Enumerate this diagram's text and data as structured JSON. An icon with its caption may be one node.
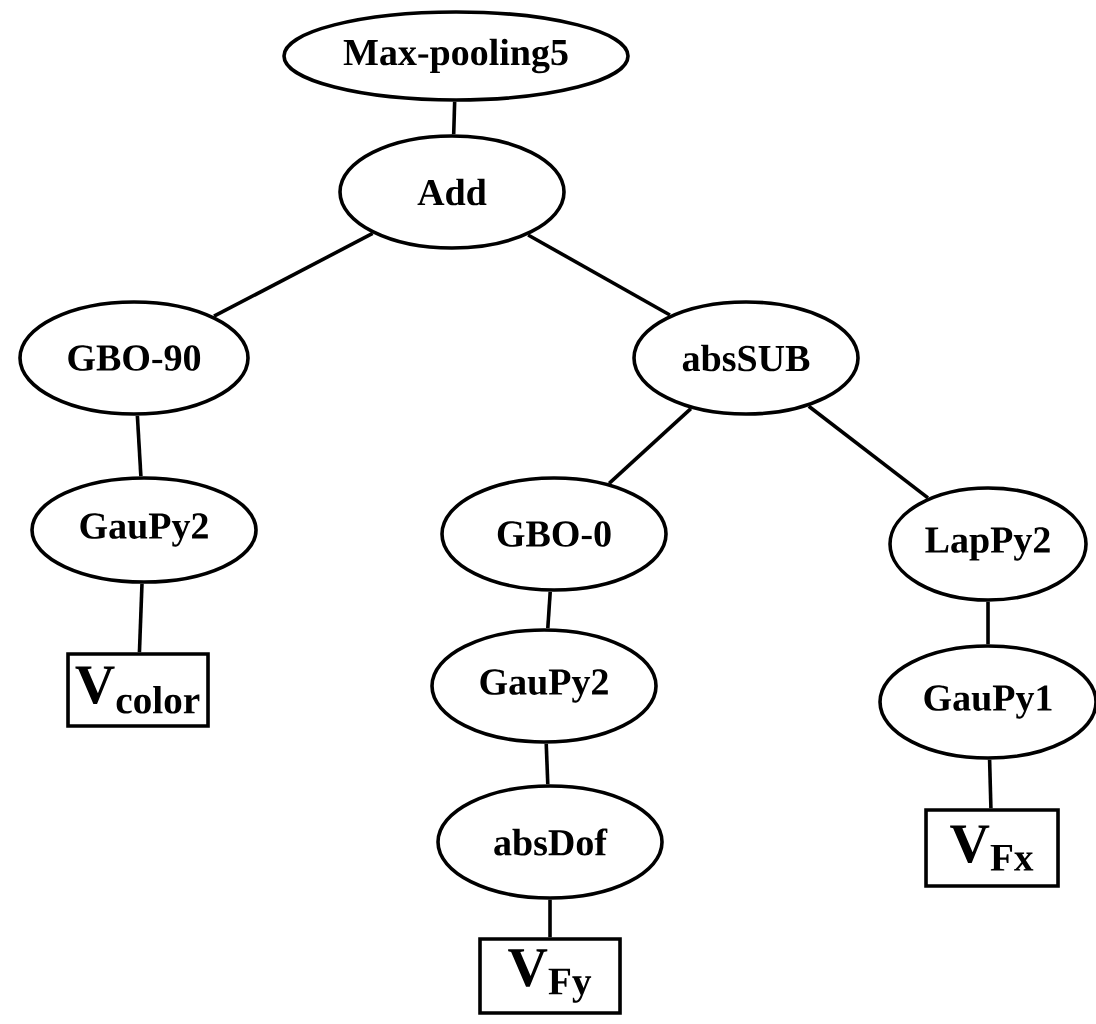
{
  "diagram": {
    "nodes": [
      {
        "text": [
          "Max-pooling5"
        ]
      },
      {
        "text": [
          "Add"
        ]
      },
      {
        "text": [
          "GBO-90"
        ]
      },
      {
        "text": [
          "absSUB"
        ]
      },
      {
        "text": [
          "GauPy2"
        ]
      },
      {
        "text": [
          "V$_{color}$"
        ]
      },
      {
        "text": [
          "GBO-0"
        ]
      },
      {
        "text": [
          "GauPy2"
        ]
      },
      {
        "text": [
          "absDof"
        ]
      },
      {
        "text": [
          "V$_{Fy}$"
        ]
      },
      {
        "text": [
          "LapPy2"
        ]
      },
      {
        "text": [
          "GauPy1"
        ]
      },
      {
        "text": [
          "V$_{Fx}$"
        ]
      }
    ],
    "edges": [
      {
        "from": 0,
        "to": 1,
        "arrow": "none"
      },
      {
        "from": 1,
        "to": 2,
        "arrow": "none"
      },
      {
        "from": 1,
        "to": 3,
        "arrow": "none"
      },
      {
        "from": 2,
        "to": 4,
        "arrow": "none"
      },
      {
        "from": 4,
        "to": 5,
        "arrow": "none"
      },
      {
        "from": 3,
        "to": 6,
        "arrow": "none"
      },
      {
        "from": 3,
        "to": 10,
        "arrow": "none"
      },
      {
        "from": 6,
        "to": 7,
        "arrow": "none"
      },
      {
        "from": 7,
        "to": 8,
        "arrow": "none"
      },
      {
        "from": 8,
        "to": 9,
        "arrow": "none"
      },
      {
        "from": 10,
        "to": 11,
        "arrow": "none"
      },
      {
        "from": 11,
        "to": 12,
        "arrow": "none"
      }
    ]
  }
}
